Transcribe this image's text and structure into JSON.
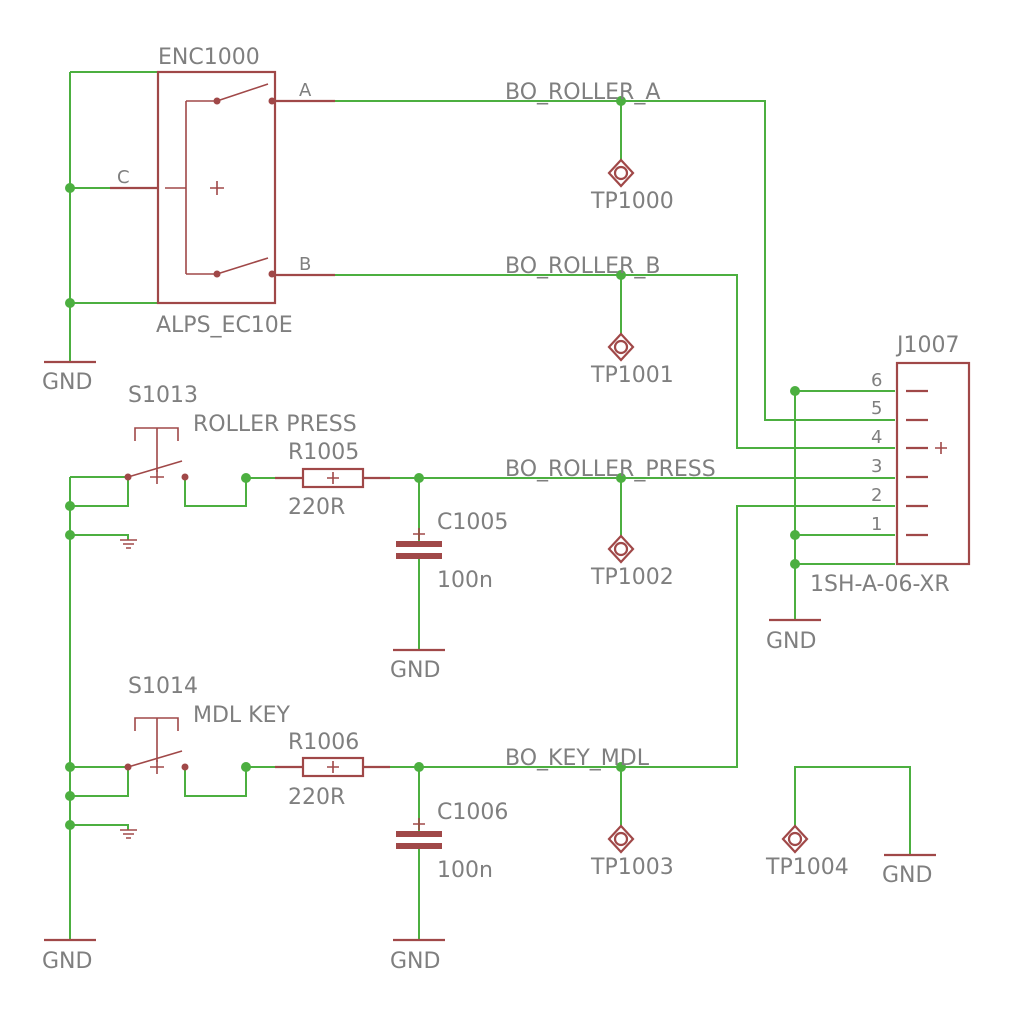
{
  "encoder": {
    "ref": "ENC1000",
    "value": "ALPS_EC10E",
    "pin_a": "A",
    "pin_b": "B",
    "pin_c": "C"
  },
  "switches": [
    {
      "ref": "S1013",
      "value": "ROLLER PRESS"
    },
    {
      "ref": "S1014",
      "value": "MDL KEY"
    }
  ],
  "resistors": [
    {
      "ref": "R1005",
      "value": "220R"
    },
    {
      "ref": "R1006",
      "value": "220R"
    }
  ],
  "capacitors": [
    {
      "ref": "C1005",
      "value": "100n"
    },
    {
      "ref": "C1006",
      "value": "100n"
    }
  ],
  "testpoints": [
    "TP1000",
    "TP1001",
    "TP1002",
    "TP1003",
    "TP1004"
  ],
  "nets": {
    "roller_a": "BO_ROLLER_A",
    "roller_b": "BO_ROLLER_B",
    "roller_press": "BO_ROLLER_PRESS",
    "key_mdl": "BO_KEY_MDL"
  },
  "connector": {
    "ref": "J1007",
    "value": "1SH-A-06-XR",
    "pins": [
      "6",
      "5",
      "4",
      "3",
      "2",
      "1"
    ]
  },
  "ground_label": "GND",
  "colors": {
    "wire": "#4caf40",
    "component": "#a04848",
    "text": "#7f7f7f",
    "background": "#ffffff"
  }
}
